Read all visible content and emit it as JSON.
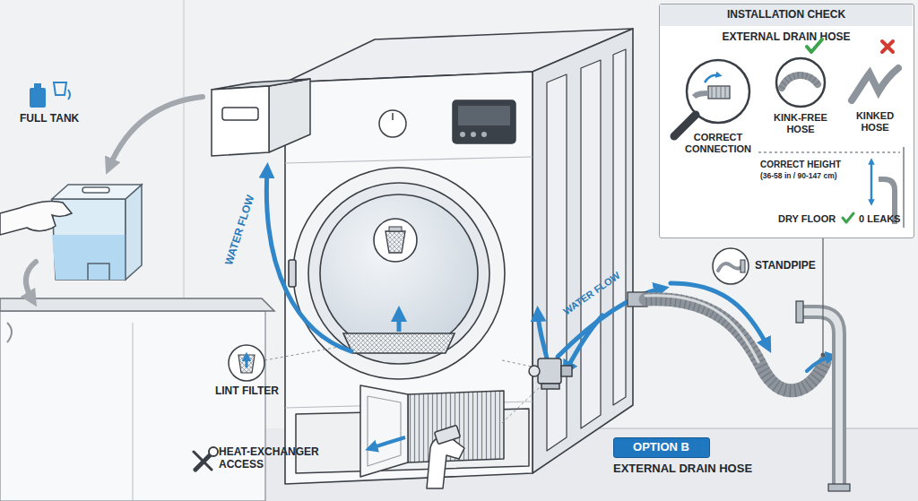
{
  "diagram": {
    "nodes": [
      {
        "text": [
          "INSTALLATION CHECK",
          "EXTERNAL DRAIN HOSE"
        ]
      },
      {
        "text": [
          "CORRECT CONNECTION"
        ],
        "in": 0
      },
      {
        "text": [
          "KINK-FREE HOSE"
        ],
        "in": 0
      },
      {
        "text": [
          "OPTION B"
        ]
      }
    ],
    "labels": [
      "FULL TANK",
      "WATER FLOW",
      "LINT FILTER",
      "HEAT-EXCHANGER ACCESS",
      "WATER FLOW",
      "STANDPIPE",
      "EXTERNAL DRAIN HOSE",
      "KINKED HOSE",
      "CORRECT HEIGHT",
      "(36-58 in / 90-147 cm)",
      "DRY FLOOR",
      "0 LEAKS"
    ]
  }
}
